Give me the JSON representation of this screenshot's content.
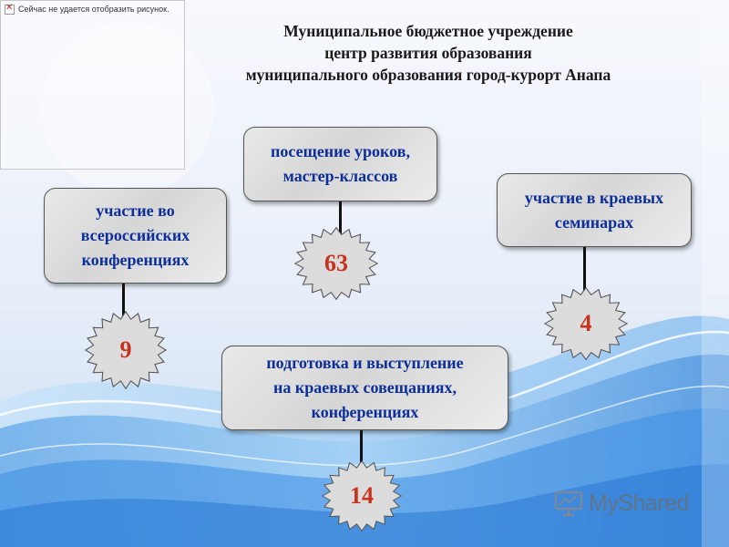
{
  "header": {
    "line1": "Муниципальное бюджетное учреждение",
    "line2": "центр развития образования",
    "line3": "муниципального образования город-курорт Анапа"
  },
  "broken_image": {
    "text": "Сейчас не удается отобразить рисунок."
  },
  "nodes": [
    {
      "label": "участие во\nвсероссийских\nконференциях",
      "value": "9"
    },
    {
      "label": "посещение уроков,\nмастер-классов",
      "value": "63"
    },
    {
      "label": "участие в краевых\nсеминарах",
      "value": "4"
    },
    {
      "label": "подготовка и выступление\nна краевых совещаниях,\nконференциях",
      "value": "14"
    }
  ],
  "watermark": {
    "text": "MyShared",
    "icon": "presentation-board-icon"
  },
  "colors": {
    "box_text": "#0c2e9a",
    "burst_text": "#c8321e",
    "burst_fill": "#dcdcdc"
  }
}
